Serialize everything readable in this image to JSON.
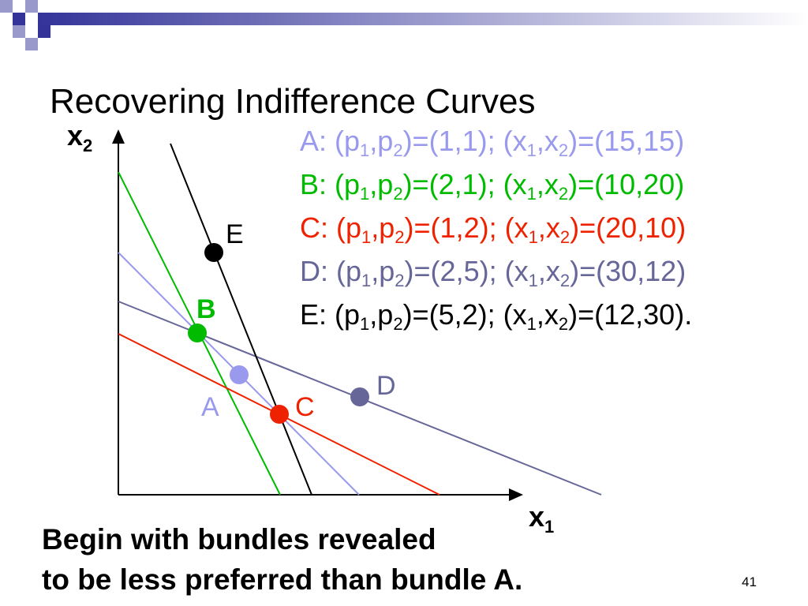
{
  "slide": {
    "title": "Recovering Indifference Curves",
    "page_number": "41",
    "caption_lines": [
      "Begin with bundles revealed",
      "to be less preferred than bundle A."
    ]
  },
  "colors": {
    "deco_dark": "#333399",
    "deco_light": "#9999cc",
    "A": "#9999ee",
    "B": "#00bb00",
    "C": "#ee2200",
    "D": "#666699",
    "E": "#000000",
    "axis": "#000000"
  },
  "axes": {
    "x_label": {
      "base": "x",
      "sub": "1"
    },
    "y_label": {
      "base": "x",
      "sub": "2"
    }
  },
  "points": [
    {
      "label": "A",
      "color_key": "A"
    },
    {
      "label": "B",
      "color_key": "B"
    },
    {
      "label": "C",
      "color_key": "C"
    },
    {
      "label": "D",
      "color_key": "D"
    },
    {
      "label": "E",
      "color_key": "E"
    }
  ],
  "legend": [
    {
      "label": "A",
      "color_key": "A",
      "prices": "1,1",
      "bundle": "15,15",
      "end": ""
    },
    {
      "label": "B",
      "color_key": "B",
      "prices": "2,1",
      "bundle": "10,20",
      "end": ""
    },
    {
      "label": "C",
      "color_key": "C",
      "prices": "1,2",
      "bundle": "20,10",
      "end": ""
    },
    {
      "label": "D",
      "color_key": "D",
      "prices": "2,5",
      "bundle": "30,12",
      "end": ""
    },
    {
      "label": "E",
      "color_key": "E",
      "prices": "5,2",
      "bundle": "12,30",
      "end": "."
    }
  ]
}
